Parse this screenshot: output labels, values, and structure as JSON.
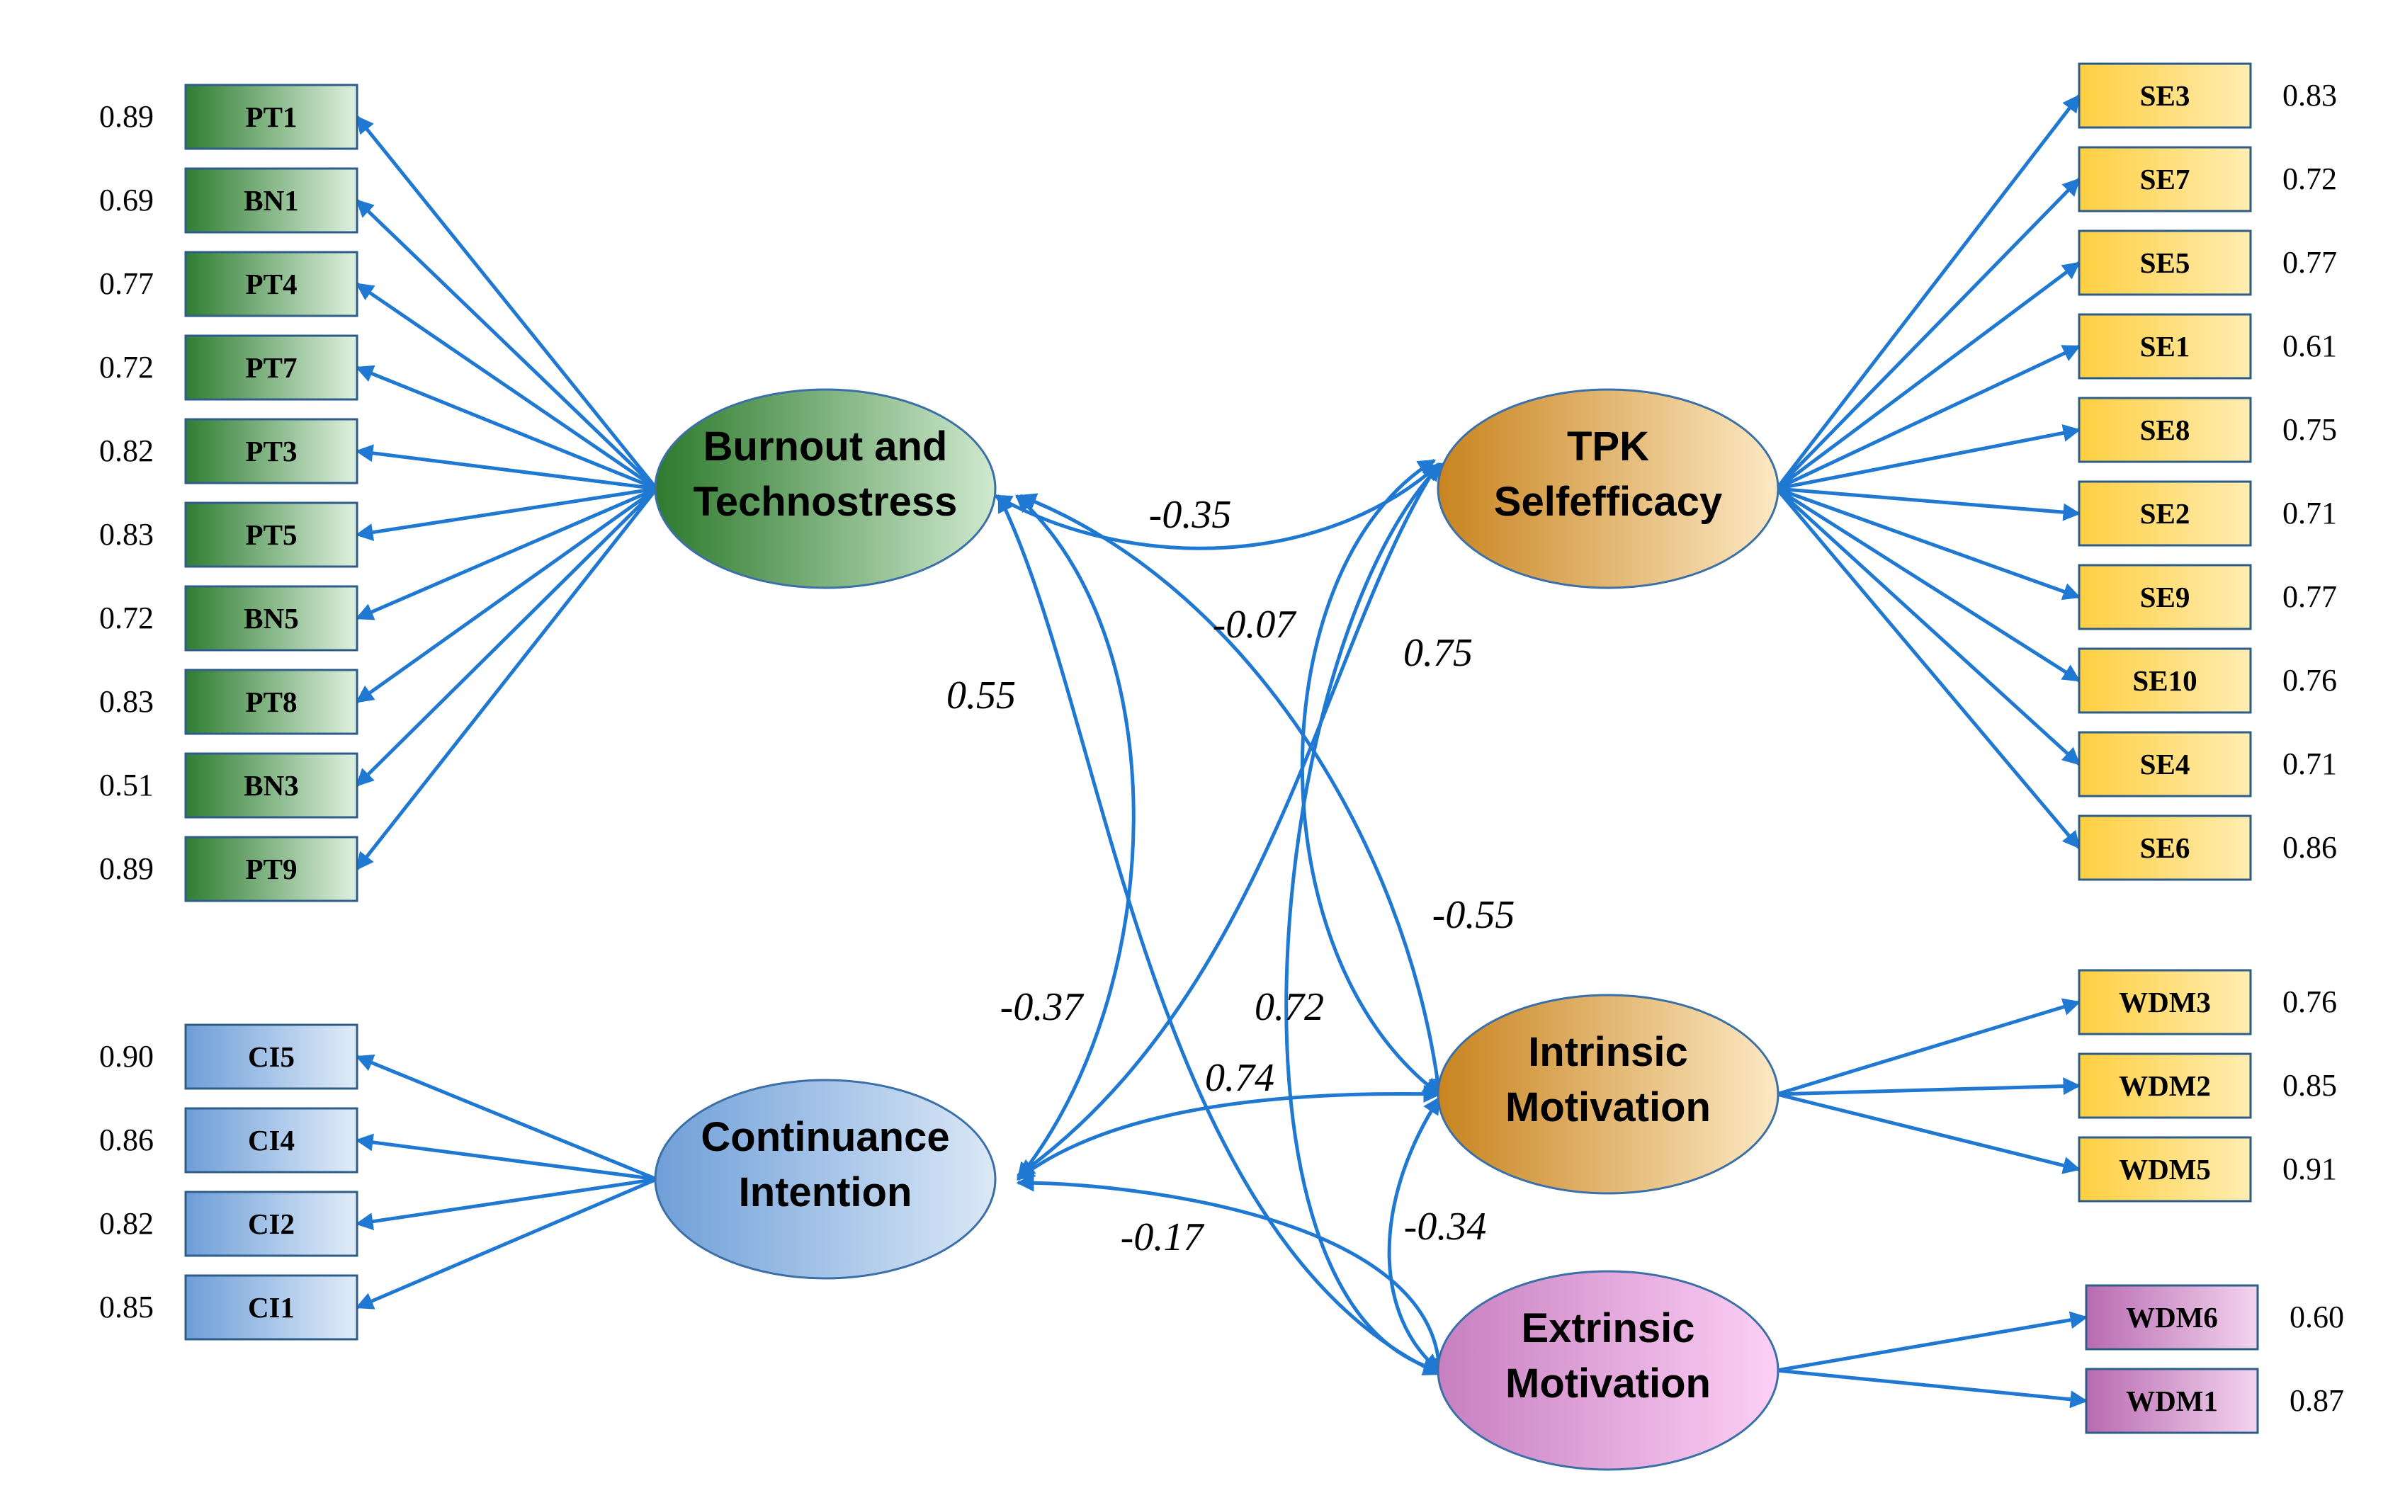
{
  "latent": [
    {
      "id": "burnout",
      "lines": [
        "Burnout and",
        "Technostress"
      ]
    },
    {
      "id": "tpk",
      "lines": [
        "TPK",
        "Selfefficacy"
      ]
    },
    {
      "id": "intrinsic",
      "lines": [
        "Intrinsic",
        "Motivation"
      ]
    },
    {
      "id": "extrinsic",
      "lines": [
        "Extrinsic",
        "Motivation"
      ]
    },
    {
      "id": "continuance",
      "lines": [
        "Continuance",
        "Intention"
      ]
    }
  ],
  "indicator_groups": [
    {
      "latent": "burnout",
      "side": "left",
      "items": [
        {
          "label": "PT1",
          "loading": "0.89"
        },
        {
          "label": "BN1",
          "loading": "0.69"
        },
        {
          "label": "PT4",
          "loading": "0.77"
        },
        {
          "label": "PT7",
          "loading": "0.72"
        },
        {
          "label": "PT3",
          "loading": "0.82"
        },
        {
          "label": "PT5",
          "loading": "0.83"
        },
        {
          "label": "BN5",
          "loading": "0.72"
        },
        {
          "label": "PT8",
          "loading": "0.83"
        },
        {
          "label": "BN3",
          "loading": "0.51"
        },
        {
          "label": "PT9",
          "loading": "0.89"
        }
      ]
    },
    {
      "latent": "continuance",
      "side": "left",
      "items": [
        {
          "label": "CI5",
          "loading": "0.90"
        },
        {
          "label": "CI4",
          "loading": "0.86"
        },
        {
          "label": "CI2",
          "loading": "0.82"
        },
        {
          "label": "CI1",
          "loading": "0.85"
        }
      ]
    },
    {
      "latent": "tpk",
      "side": "right",
      "items": [
        {
          "label": "SE3",
          "loading": "0.83"
        },
        {
          "label": "SE7",
          "loading": "0.72"
        },
        {
          "label": "SE5",
          "loading": "0.77"
        },
        {
          "label": "SE1",
          "loading": "0.61"
        },
        {
          "label": "SE8",
          "loading": "0.75"
        },
        {
          "label": "SE2",
          "loading": "0.71"
        },
        {
          "label": "SE9",
          "loading": "0.77"
        },
        {
          "label": "SE10",
          "loading": "0.76"
        },
        {
          "label": "SE4",
          "loading": "0.71"
        },
        {
          "label": "SE6",
          "loading": "0.86"
        }
      ]
    },
    {
      "latent": "intrinsic",
      "side": "right",
      "items": [
        {
          "label": "WDM3",
          "loading": "0.76"
        },
        {
          "label": "WDM2",
          "loading": "0.85"
        },
        {
          "label": "WDM5",
          "loading": "0.91"
        }
      ]
    },
    {
      "latent": "extrinsic",
      "side": "right",
      "items": [
        {
          "label": "WDM6",
          "loading": "0.60"
        },
        {
          "label": "WDM1",
          "loading": "0.87"
        }
      ]
    }
  ],
  "correlations": [
    {
      "from": "burnout",
      "to": "tpk",
      "value": "-0.35"
    },
    {
      "from": "burnout",
      "to": "continuance",
      "value": "0.55"
    },
    {
      "from": "burnout",
      "to": "intrinsic",
      "value": "-0.55"
    },
    {
      "from": "burnout",
      "to": "extrinsic",
      "value": "-0.37"
    },
    {
      "from": "tpk",
      "to": "continuance",
      "value": "0.75"
    },
    {
      "from": "tpk",
      "to": "intrinsic",
      "value": "-0.07"
    },
    {
      "from": "tpk",
      "to": "extrinsic",
      "value": "0.72"
    },
    {
      "from": "intrinsic",
      "to": "continuance",
      "value": "0.74"
    },
    {
      "from": "intrinsic",
      "to": "extrinsic",
      "value": "-0.34"
    },
    {
      "from": "extrinsic",
      "to": "continuance",
      "value": "-0.17"
    }
  ],
  "colors": {
    "arrow": "#1f78d1",
    "burnout": [
      "#2d7a2d",
      "#cfe9cf"
    ],
    "continuance": [
      "#6f9fd8",
      "#dbe8f7"
    ],
    "tpk": [
      "#c8841f",
      "#fde9c4"
    ],
    "intrinsic": [
      "#c8841f",
      "#fde9c4"
    ],
    "extrinsic": [
      "#c77fc0",
      "#fdd0f6"
    ],
    "box_green": [
      "#2f7d32",
      "#dff1df"
    ],
    "box_blue": [
      "#6d9ed8",
      "#e2ecf9"
    ],
    "box_yellow": [
      "#ffcf40",
      "#ffedb3"
    ],
    "box_purple": [
      "#b86bb1",
      "#f3d4ef"
    ]
  }
}
